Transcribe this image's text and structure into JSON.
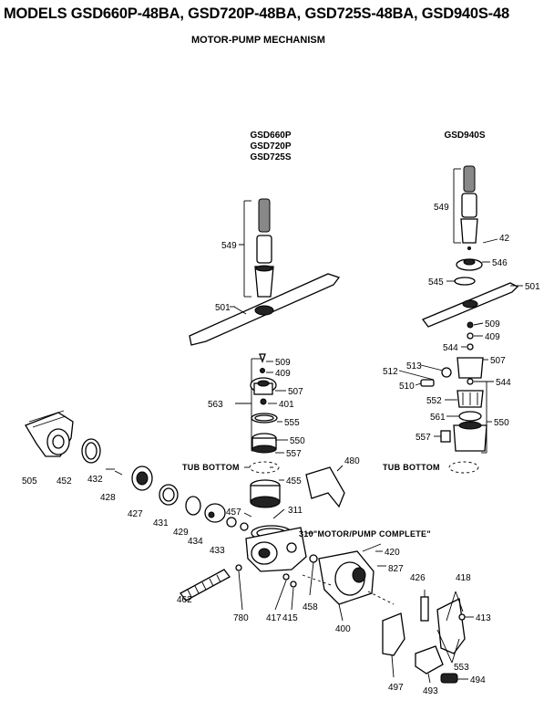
{
  "header": {
    "title": "MODELS GSD660P-48BA, GSD720P-48BA, GSD725S-48BA, GSD940S-48",
    "subtitle": "MOTOR-PUMP MECHANISM"
  },
  "columns": {
    "left_models": [
      "GSD660P",
      "GSD720P",
      "GSD725S"
    ],
    "right_model": "GSD940S"
  },
  "labels": {
    "tub_bottom": "TUB BOTTOM",
    "motor_pump_complete": "310\"MOTOR/PUMP COMPLETE\""
  },
  "part_numbers": {
    "p549a": "549",
    "p501a": "501",
    "p509a": "509",
    "p409a": "409",
    "p563": "563",
    "p507a": "507",
    "p401": "401",
    "p555": "555",
    "p550a": "550",
    "p557a": "557",
    "p455": "455",
    "p480": "480",
    "p505": "505",
    "p452": "452",
    "p432": "432",
    "p428": "428",
    "p427": "427",
    "p431": "431",
    "p429": "429",
    "p434": "434",
    "p457": "457",
    "p433": "433",
    "p311": "311",
    "p420": "420",
    "p827": "827",
    "p462": "462",
    "p780": "780",
    "p417": "417",
    "p415": "415",
    "p458": "458",
    "p400": "400",
    "p426": "426",
    "p418": "418",
    "p413": "413",
    "p553": "553",
    "p497": "497",
    "p493": "493",
    "p494": "494",
    "p549b": "549",
    "p42": "42",
    "p546": "546",
    "p545": "545",
    "p501b": "501",
    "p509b": "509",
    "p409b": "409",
    "p544a": "544",
    "p507b": "507",
    "p513": "513",
    "p512": "512",
    "p510": "510",
    "p544b": "544",
    "p552": "552",
    "p561": "561",
    "p550b": "550",
    "p557b": "557"
  }
}
